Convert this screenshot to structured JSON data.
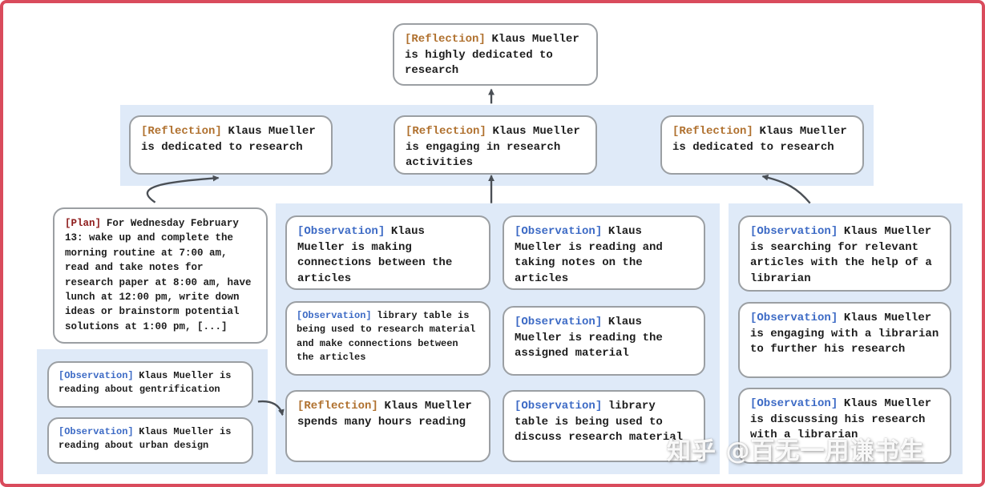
{
  "colors": {
    "frame_border": "#d94b5c",
    "band_background": "#dfeaf8",
    "box_border": "#9b9fa3",
    "text": "#1d1d1d",
    "reflection_tag": "#b0712f",
    "observation_tag": "#3c6ac5",
    "plan_tag": "#8e1b1b",
    "arrow": "#4a4f55"
  },
  "nodes": {
    "top": {
      "tag": "[Reflection]",
      "text": "Klaus Mueller is highly dedicated to research"
    },
    "row2": [
      {
        "tag": "[Reflection]",
        "text": "Klaus Mueller is dedicated to research"
      },
      {
        "tag": "[Reflection]",
        "text": "Klaus Mueller is engaging in research activities"
      },
      {
        "tag": "[Reflection]",
        "text": "Klaus Mueller is dedicated to research"
      }
    ],
    "plan": {
      "tag": "[Plan]",
      "text": "For Wednesday February 13: wake up and complete the morning routine at 7:00 am, read and take notes for research paper at 8:00 am, have lunch at 12:00 pm, write down ideas or brainstorm potential solutions at 1:00 pm, [...]"
    },
    "left_observations": [
      {
        "tag": "[Observation]",
        "text": "Klaus Mueller is reading about gentrification"
      },
      {
        "tag": "[Observation]",
        "text": "Klaus Mueller is reading about urban design"
      }
    ],
    "middle": [
      {
        "tag": "[Observation]",
        "text": "Klaus Mueller is making connections between the articles"
      },
      {
        "tag": "[Observation]",
        "text": "Klaus Mueller is reading and taking notes on the articles"
      },
      {
        "tag": "[Observation]",
        "text": "library table is being used to research material and make connections between the articles"
      },
      {
        "tag": "[Observation]",
        "text": "Klaus Mueller is reading the assigned material"
      },
      {
        "tag": "[Reflection]",
        "text": "Klaus Mueller spends many hours reading"
      },
      {
        "tag": "[Observation]",
        "text": "library table is being used to discuss research material"
      }
    ],
    "right": [
      {
        "tag": "[Observation]",
        "text": "Klaus Mueller is searching for relevant articles with the help of a librarian"
      },
      {
        "tag": "[Observation]",
        "text": "Klaus Mueller is engaging with a librarian to further his research"
      },
      {
        "tag": "[Observation]",
        "text": "Klaus Mueller is discussing his research with a librarian"
      }
    ]
  },
  "watermark": "知乎 @百无一用谦书生"
}
